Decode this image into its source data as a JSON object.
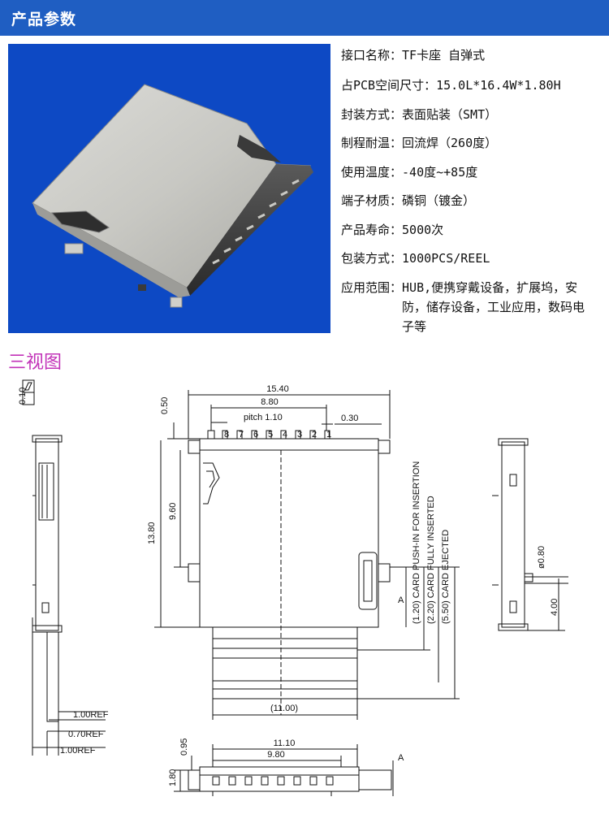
{
  "header": {
    "title": "产品参数"
  },
  "specs": [
    {
      "label": "接口名称：",
      "value": "TF卡座 自弹式"
    },
    {
      "label": "占PCB空间尺寸：",
      "value": "15.0L*16.4W*1.80H"
    },
    {
      "label": "封装方式：",
      "value": "表面贴装（SMT）"
    },
    {
      "label": "制程耐温：",
      "value": "回流焊（260度）"
    },
    {
      "label": "使用温度：",
      "value": "-40度~+85度"
    },
    {
      "label": "端子材质：",
      "value": "磷铜（镀金）"
    },
    {
      "label": "产品寿命：",
      "value": "5000次"
    },
    {
      "label": "包装方式：",
      "value": "1000PCS/REEL"
    },
    {
      "label": "应用范围：",
      "value": "HUB,便携穿戴设备，扩展坞，安防，储存设备，工业应用，数码电子等"
    }
  ],
  "section": {
    "title": "三视图"
  },
  "drawing": {
    "dims": {
      "flatness": "0.10",
      "width_total": "15.40",
      "pin_span": "8.80",
      "pitch": "pitch 1.10",
      "pin_width": "0.30",
      "top_offset": "0.50",
      "height_inner": "9.60",
      "height_total": "13.80",
      "card_ext": "(11.00)",
      "push_in": "(1.20) CARD PUSH-IN FOR INSERTION",
      "fully_inserted": "(2.20) CARD FULLY INSERTED",
      "ejected": "(5.50) CARD EJECTED",
      "hole_dia": "ø0.80",
      "hole_pos": "4.00",
      "ref1": "1.00REF",
      "ref2": "0.70REF",
      "ref3": "1.00REF",
      "bottom_width": "11.10",
      "bottom_inner": "9.80",
      "bottom_top": "0.95",
      "bottom_height": "1.80",
      "section_a": "A",
      "section_a2": "A"
    },
    "pin_numbers": [
      "8",
      "7",
      "6",
      "5",
      "4",
      "3",
      "2",
      "1"
    ]
  }
}
